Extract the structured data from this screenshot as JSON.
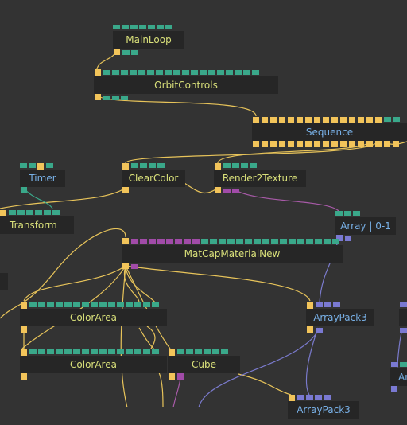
{
  "colors": {
    "background": "#333333",
    "node_bar": "#262626",
    "title_yellow": "#d9e07a",
    "title_blue": "#78b0e6",
    "port_yellow": "#f2c45a",
    "port_green": "#3aa88a",
    "port_magenta": "#a14ba8",
    "port_blue": "#7a79d2",
    "wire_yellow": "#e8c45a",
    "wire_magenta": "#a85aa8",
    "wire_blue": "#7a7acc",
    "wire_green": "#3aa88a"
  },
  "nodes": {
    "mainloop": "MainLoop",
    "orbitcontrols": "OrbitControls",
    "sequence": "Sequence",
    "timer": "Timer",
    "clearcolor": "ClearColor",
    "render2texture": "Render2Texture",
    "transform": "Transform",
    "array": "Array | 0-1",
    "matcap": "MatCapMaterialNew",
    "colorarea1": "ColorArea",
    "colorarea2": "ColorArea",
    "cube": "Cube",
    "arraypack3a": "ArrayPack3",
    "arraypack3b": "ArrayPack3",
    "partial_right": "Ar"
  }
}
